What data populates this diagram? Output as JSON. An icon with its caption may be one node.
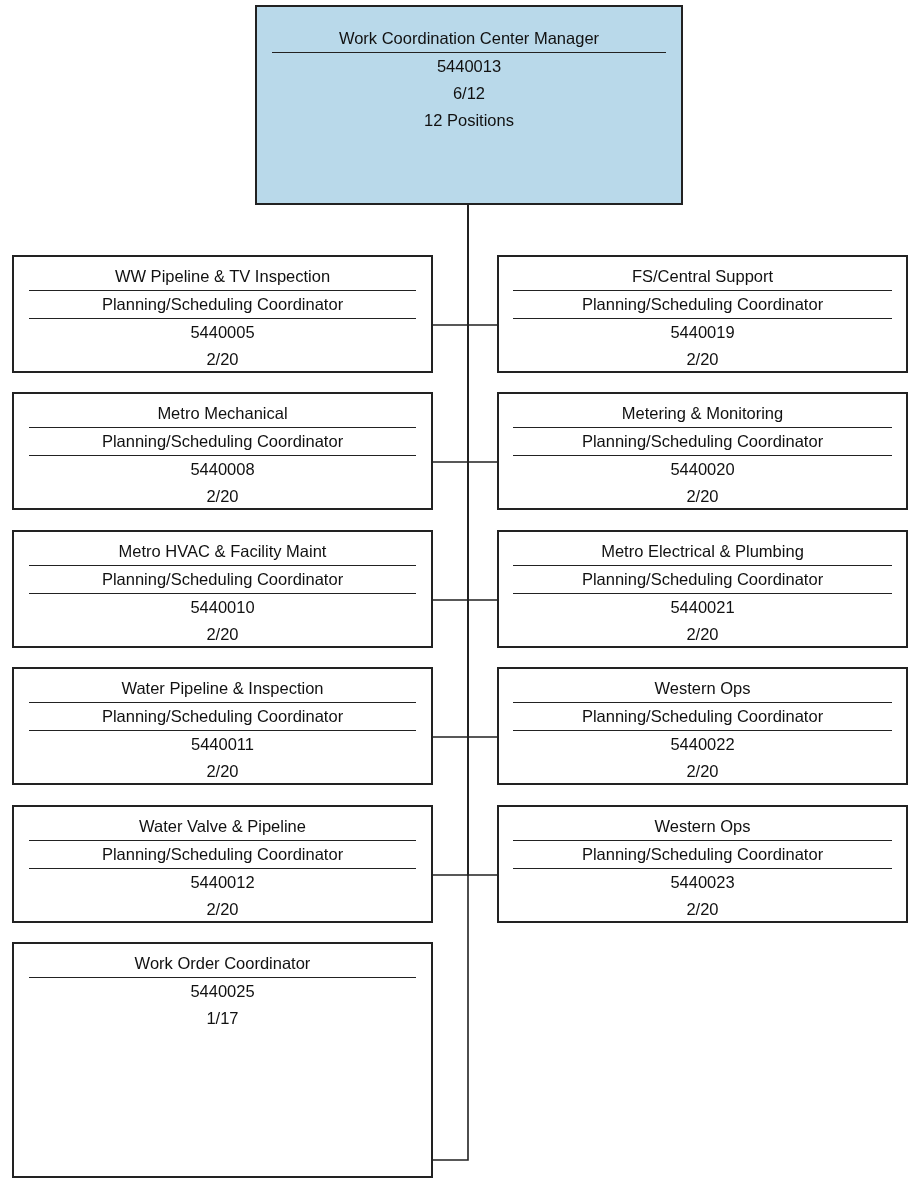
{
  "diagram": {
    "nodes": [
      {
        "text": [
          "Work Coordination Center Manager",
          "5440013",
          "6/12",
          "12 Positions"
        ]
      },
      {
        "text": [
          "WW Pipeline & TV Inspection",
          "Planning/Scheduling Coordinator",
          "5440005",
          "2/20"
        ]
      },
      {
        "text": [
          "FS/Central Support",
          "Planning/Scheduling Coordinator",
          "5440019",
          "2/20"
        ]
      },
      {
        "text": [
          "Metro Mechanical",
          "Planning/Scheduling Coordinator",
          "5440008",
          "2/20"
        ]
      },
      {
        "text": [
          "Metering & Monitoring",
          "Planning/Scheduling Coordinator",
          "5440020",
          "2/20"
        ]
      },
      {
        "text": [
          "Metro HVAC & Facility Maint",
          "Planning/Scheduling Coordinator",
          "5440010",
          "2/20"
        ]
      },
      {
        "text": [
          "Metro Electrical & Plumbing",
          "Planning/Scheduling Coordinator",
          "5440021",
          "2/20"
        ]
      },
      {
        "text": [
          "Water Pipeline & Inspection",
          "Planning/Scheduling Coordinator",
          "5440011",
          "2/20"
        ]
      },
      {
        "text": [
          "Western Ops",
          "Planning/Scheduling Coordinator",
          "5440022",
          "2/20"
        ]
      },
      {
        "text": [
          "Water Valve & Pipeline",
          "Planning/Scheduling Coordinator",
          "5440012",
          "2/20"
        ]
      },
      {
        "text": [
          "Western Ops",
          "Planning/Scheduling Coordinator",
          "5440023",
          "2/20"
        ]
      },
      {
        "text": [
          "Work Order Coordinator",
          "5440025",
          "1/17"
        ]
      }
    ],
    "edges": [
      {
        "from": 0,
        "to": 1,
        "arrow": "none"
      },
      {
        "from": 0,
        "to": 2,
        "arrow": "none"
      },
      {
        "from": 0,
        "to": 3,
        "arrow": "none"
      },
      {
        "from": 0,
        "to": 4,
        "arrow": "none"
      },
      {
        "from": 0,
        "to": 5,
        "arrow": "none"
      },
      {
        "from": 0,
        "to": 6,
        "arrow": "none"
      },
      {
        "from": 0,
        "to": 7,
        "arrow": "none"
      },
      {
        "from": 0,
        "to": 8,
        "arrow": "none"
      },
      {
        "from": 0,
        "to": 9,
        "arrow": "none"
      },
      {
        "from": 0,
        "to": 10,
        "arrow": "none"
      },
      {
        "from": 0,
        "to": 11,
        "arrow": "none"
      }
    ]
  }
}
